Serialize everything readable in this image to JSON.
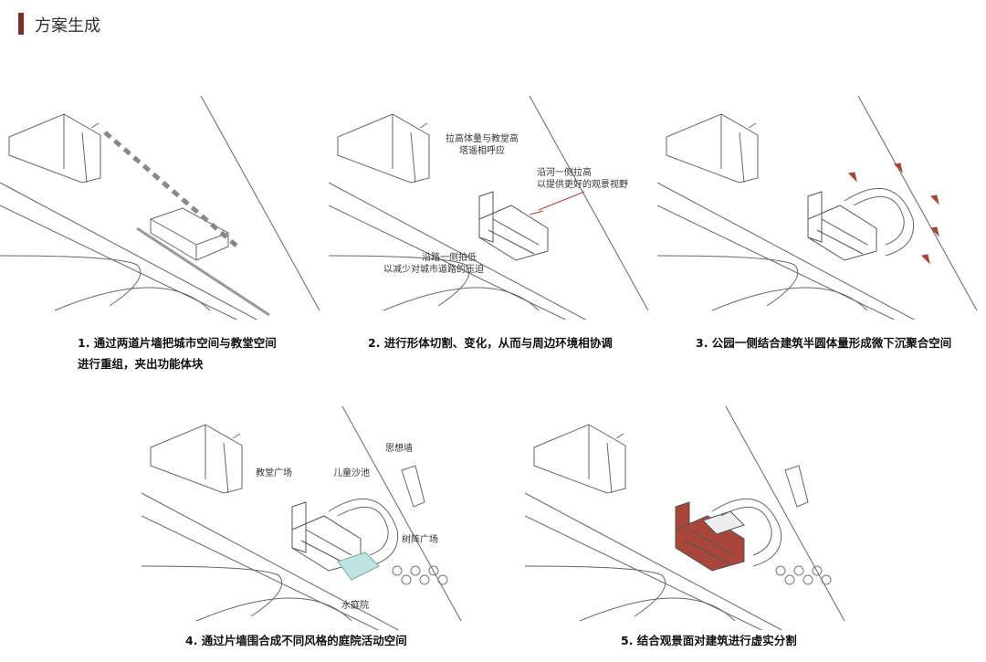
{
  "header": {
    "title": "方案生成"
  },
  "colors": {
    "accent": "#7a2f2a",
    "water": "#bfe3df",
    "brick": "#a9463a"
  },
  "steps": [
    {
      "caption_1": "1. 通过两道片墙把城市空间与教堂空间",
      "caption_2": "进行重组，夹出功能体块"
    },
    {
      "caption": "2. 进行形体切割、变化，从而与周边环境相协调",
      "labels": [
        "拉高体量与教堂高",
        "塔遥相呼应",
        "沿河一侧拉高",
        "以提供更好的观景视野",
        "沿路一侧拍低",
        "以减少对城市道路的压迫"
      ]
    },
    {
      "caption": "3. 公园一侧结合建筑半圆体量形成微下沉聚合空间"
    },
    {
      "caption": "4. 通过片墙围合成不同风格的庭院活动空间",
      "labels": [
        "教堂广场",
        "儿童沙池",
        "思想墙",
        "树阵广场",
        "水庭院"
      ]
    },
    {
      "caption": "5. 结合观景面对建筑进行虚实分割"
    }
  ]
}
